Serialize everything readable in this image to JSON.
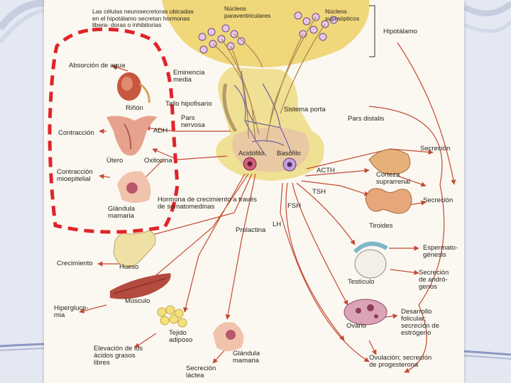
{
  "header": {
    "neuro_text": "Las células neurosecretoras ubicadas en el hipotálamo secretan hormonas libera- doras o inhibitorias",
    "paraventricular": "Núcleos paraventriculares",
    "supraoptic": "Núcleos supraópticos",
    "hypothalamus": "Hipotálamo"
  },
  "posterior": {
    "water": "Absorción de agua",
    "kidney": "Riñón",
    "contraction": "Contracción",
    "adh": "ADH",
    "uterus": "Útero",
    "oxytocin": "Oxitocina",
    "myoepithelial": "Contracción mioepitelial",
    "breast": "Glándula mamaria"
  },
  "pituitary": {
    "median_eminence": "Eminencia media",
    "stalk": "Tallo hipofisario",
    "portal": "Sistema porta",
    "pars_nervosa": "Pars nervosa",
    "pars_distalis": "Pars distalis",
    "acidophil": "Acidófilo",
    "basophil": "Basófilo"
  },
  "hormones": {
    "acth": "ACTH",
    "tsh": "TSH",
    "fsh": "FSH",
    "lh": "LH",
    "prolactin": "Prolactina",
    "gh": "Hormona de crecimiento a través de somatomedinas"
  },
  "targets_right": {
    "secretion1": "Secreción",
    "adrenal": "Corteza suprarrenal",
    "secretion2": "Secreción",
    "thyroid": "Tiroides",
    "spermatogenesis": "Espermato- génesis",
    "testis": "Testículo",
    "androgen": "Secreción de andró- genos",
    "follicular": "Desarrollo folicular; secreción de estrógeno",
    "ovary": "Ovario",
    "ovulation": "Ovulación; secreción de progesterona"
  },
  "targets_left": {
    "growth": "Crecimiento",
    "bone": "Hueso",
    "hyperglycemia": "Hipergluce- mia",
    "muscle": "Músculo",
    "adipose": "Tejido adiposo",
    "fatty_acids": "Elevación de los ácidos grasos libres",
    "mammary": "Glándula mamaria",
    "milk": "Secreción láctea"
  }
}
